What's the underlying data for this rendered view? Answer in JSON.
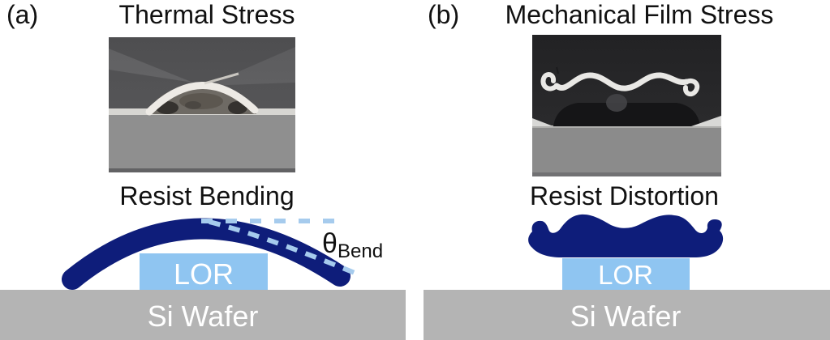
{
  "figure": {
    "panel_a": {
      "label": "(a)",
      "title": "Thermal Stress",
      "caption": "Resist Bending",
      "angle": {
        "symbol": "θ",
        "subscript": "Bend"
      },
      "lor_label": "LOR",
      "wafer_label": "Si Wafer"
    },
    "panel_b": {
      "label": "(b)",
      "title": "Mechanical Film Stress",
      "caption": "Resist Distortion",
      "lor_label": "LOR",
      "wafer_label": "Si Wafer"
    }
  },
  "colors": {
    "resist_navy": "#0e1d7a",
    "lor_blue": "#8fc5f1",
    "dash_blue": "#a6cbed",
    "wafer_gray": "#b4b4b4",
    "text_black": "#111111",
    "label_white": "#ffffff"
  }
}
